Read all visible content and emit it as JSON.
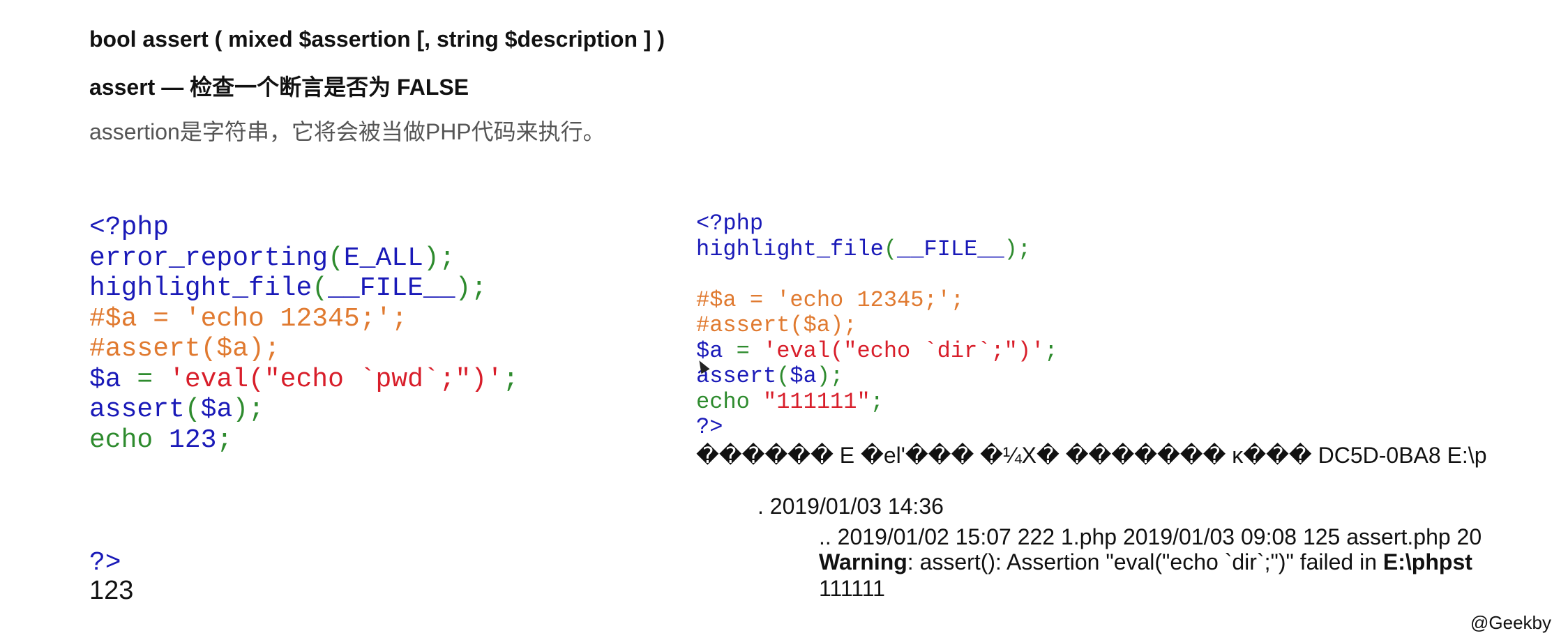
{
  "header": {
    "signature": "bool assert ( mixed $assertion [, string $description ] )",
    "title": "assert — 检查一个断言是否为 FALSE",
    "description": "assertion是字符串，它将会被当做PHP代码来执行。"
  },
  "left_code": {
    "open_tag": "<?php",
    "l2_fn": "error_reporting",
    "l2_p1": "(",
    "l2_arg": "E_ALL",
    "l2_p2": ");",
    "l3_fn": "highlight_file",
    "l3_p1": "(",
    "l3_arg": "__FILE__",
    "l3_p2": ");",
    "l4_comment": "#$a = 'echo 12345;';",
    "l5_comment": "#assert($a);",
    "l6_var": "$a",
    "l6_eq": " = ",
    "l6_str": "'eval(\"echo `pwd`;\")'",
    "l6_semi": ";",
    "l7_fn": "assert",
    "l7_p1": "(",
    "l7_var": "$a",
    "l7_p2": ");",
    "l8_kw": "echo ",
    "l8_num": "123",
    "l8_semi": ";",
    "close_tag": "?>",
    "output": "123"
  },
  "right_code": {
    "open_tag": "<?php",
    "l2_fn": "highlight_file",
    "l2_p1": "(",
    "l2_arg": "__FILE__",
    "l2_p2": ");",
    "l4_comment": "#$a = 'echo 12345;';",
    "l5_comment": "#assert($a);",
    "l6_var": "$a",
    "l6_eq": " = ",
    "l6_str": "'eval(\"echo `dir`;\")'",
    "l6_semi": ";",
    "l7_fn": "assert",
    "l7_p1": "(",
    "l7_var": "$a",
    "l7_p2": ");",
    "l8_kw": "echo ",
    "l8_str": "\"111111\"",
    "l8_semi": ";",
    "close_tag": "?>"
  },
  "right_output": {
    "garbled": "������ E �el'��� �¼X� ������� κ��� DC5D-0BA8 E:\\p",
    "dir_line1": ". 2019/01/03 14:36",
    "dir_line2": ".. 2019/01/02 15:07 222 1.php 2019/01/03 09:08 125 assert.php 20",
    "warning_label": "Warning",
    "warning_text": ": assert(): Assertion \"eval(\"echo `dir`;\")\" failed in ",
    "warning_path": "E:\\phpst",
    "echo_output": "111111"
  },
  "watermark": "@Geekby",
  "colors": {
    "keyword_blue": "#1a1ab8",
    "default_green": "#2e8b2e",
    "comment_orange": "#e07a30",
    "string_red": "#d81e2a"
  }
}
